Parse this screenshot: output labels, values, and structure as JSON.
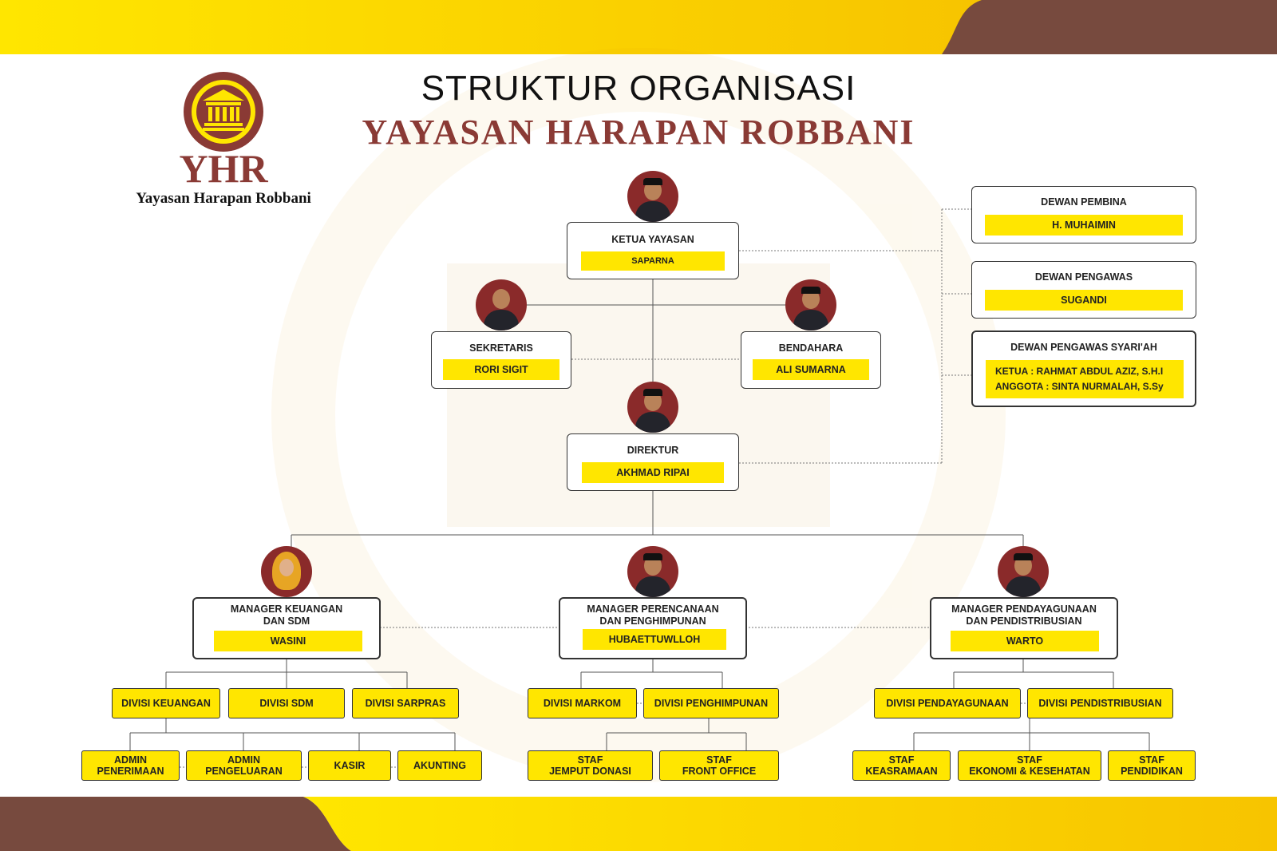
{
  "header": {
    "title_line1": "STRUKTUR ORGANISASI",
    "title_line2": "YAYASAN HARAPAN ROBBANI"
  },
  "logo": {
    "abbr": "YHR",
    "name": "Yayasan Harapan Robbani"
  },
  "colors": {
    "yellow": "#ffe600",
    "brown": "#774a3e",
    "maroon": "#8a3a35"
  },
  "ketua": {
    "role": "KETUA YAYASAN",
    "name": "SAPARNA"
  },
  "sekretaris": {
    "role": "SEKRETARIS",
    "name": "RORI SIGIT"
  },
  "bendahara": {
    "role": "BENDAHARA",
    "name": "ALI SUMARNA"
  },
  "direktur": {
    "role": "DIREKTUR",
    "name": "AKHMAD RIPAI"
  },
  "dewan": {
    "pembina": {
      "role": "DEWAN PEMBINA",
      "name": "H. MUHAIMIN"
    },
    "pengawas": {
      "role": "DEWAN PENGAWAS",
      "name": "SUGANDI"
    },
    "syariah": {
      "role": "DEWAN PENGAWAS SYARI'AH",
      "ketua": "KETUA : RAHMAT ABDUL AZIZ, S.H.I",
      "anggota": "ANGGOTA : SINTA NURMALAH, S.Sy"
    }
  },
  "managers": [
    {
      "role_line1": "MANAGER KEUANGAN",
      "role_line2": "DAN SDM",
      "name": "WASINI"
    },
    {
      "role_line1": "MANAGER PERENCANAAN",
      "role_line2": "DAN PENGHIMPUNAN",
      "name": "HUBAETTUWLLOH"
    },
    {
      "role_line1": "MANAGER PENDAYAGUNAAN",
      "role_line2": "DAN PENDISTRIBUSIAN",
      "name": "WARTO"
    }
  ],
  "divisions": {
    "keuangan": "DIVISI KEUANGAN",
    "sdm": "DIVISI SDM",
    "sarpras": "DIVISI SARPRAS",
    "markom": "DIVISI MARKOM",
    "penghimpunan": "DIVISI PENGHIMPUNAN",
    "pendayagunaan": "DIVISI PENDAYAGUNAAN",
    "pendistribusian": "DIVISI PENDISTRIBUSIAN"
  },
  "staff": {
    "admin_penerimaan": {
      "l1": "ADMIN",
      "l2": "PENERIMAAN"
    },
    "admin_pengeluaran": {
      "l1": "ADMIN",
      "l2": "PENGELUARAN"
    },
    "kasir": "KASIR",
    "akunting": "AKUNTING",
    "jemput_donasi": {
      "l1": "STAF",
      "l2": "JEMPUT DONASI"
    },
    "front_office": {
      "l1": "STAF",
      "l2": "FRONT OFFICE"
    },
    "keasramaan": {
      "l1": "STAF",
      "l2": "KEASRAMAAN"
    },
    "ekonomi_kesehatan": {
      "l1": "STAF",
      "l2": "EKONOMI & KESEHATAN"
    },
    "pendidikan": {
      "l1": "STAF",
      "l2": "PENDIDIKAN"
    }
  }
}
